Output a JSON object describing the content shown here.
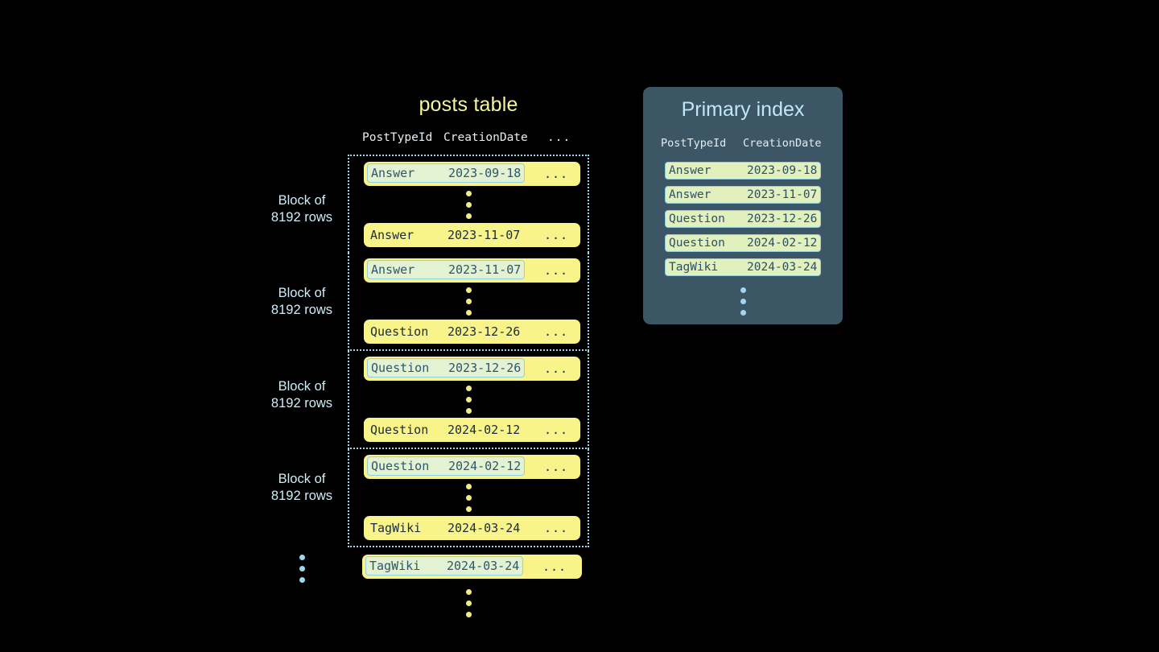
{
  "posts_table": {
    "title": "posts table",
    "columns": [
      "PostTypeId",
      "CreationDate",
      "..."
    ],
    "block_label": "Block of\n8192 rows",
    "more_cell": "...",
    "blocks": [
      {
        "label": "Block of\n8192 rows",
        "first_row": {
          "post_type_id": "Answer",
          "creation_date": "2023-09-18",
          "more": "...",
          "highlighted": true
        },
        "last_row": {
          "post_type_id": "Answer",
          "creation_date": "2023-11-07",
          "more": "...",
          "highlighted": false
        }
      },
      {
        "label": "Block of\n8192 rows",
        "first_row": {
          "post_type_id": "Answer",
          "creation_date": "2023-11-07",
          "more": "...",
          "highlighted": true
        },
        "last_row": {
          "post_type_id": "Question",
          "creation_date": "2023-12-26",
          "more": "...",
          "highlighted": false
        }
      },
      {
        "label": "Block of\n8192 rows",
        "first_row": {
          "post_type_id": "Question",
          "creation_date": "2023-12-26",
          "more": "...",
          "highlighted": true
        },
        "last_row": {
          "post_type_id": "Question",
          "creation_date": "2024-02-12",
          "more": "...",
          "highlighted": false
        }
      },
      {
        "label": "Block of\n8192 rows",
        "first_row": {
          "post_type_id": "Question",
          "creation_date": "2024-02-12",
          "more": "...",
          "highlighted": true
        },
        "last_row": {
          "post_type_id": "TagWiki",
          "creation_date": "2024-03-24",
          "more": "...",
          "highlighted": false
        }
      }
    ],
    "tail_row": {
      "post_type_id": "TagWiki",
      "creation_date": "2024-03-24",
      "more": "...",
      "highlighted": true
    }
  },
  "primary_index": {
    "title": "Primary index",
    "columns": [
      "PostTypeId",
      "CreationDate"
    ],
    "rows": [
      {
        "post_type_id": "Answer",
        "creation_date": "2023-09-18"
      },
      {
        "post_type_id": "Answer",
        "creation_date": "2023-11-07"
      },
      {
        "post_type_id": "Question",
        "creation_date": "2023-12-26"
      },
      {
        "post_type_id": "Question",
        "creation_date": "2024-02-12"
      },
      {
        "post_type_id": "TagWiki",
        "creation_date": "2024-03-24"
      }
    ]
  },
  "colors": {
    "background": "#000000",
    "row_yellow": "#f9f489",
    "highlight_green": "#e2f2d2",
    "highlight_border": "#8fcfe4",
    "light_blue": "#9fd8ee",
    "panel_background": "#3d5665",
    "title_yellow": "#f5f59a",
    "title_blue": "#bfe8f6",
    "dot_yellow": "#f2ed7e"
  }
}
